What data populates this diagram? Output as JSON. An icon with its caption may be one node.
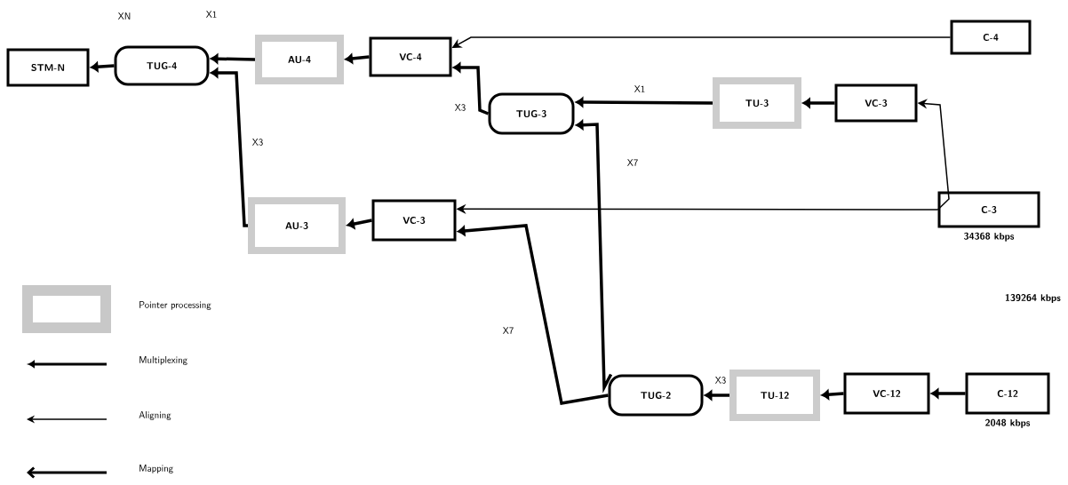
{
  "diagram": {
    "nodes": [
      {
        "text": [
          "STM-N"
        ]
      },
      {
        "text": [
          "TUG-4"
        ]
      },
      {
        "text": [
          "AU-4"
        ]
      },
      {
        "text": [
          "VC-4"
        ]
      },
      {
        "text": [
          "C-4"
        ]
      },
      {
        "text": [
          "TUG-3"
        ]
      },
      {
        "text": [
          "TU-3"
        ]
      },
      {
        "text": [
          "VC-3"
        ]
      },
      {
        "text": [
          "AU-3"
        ]
      },
      {
        "text": [
          "VC-3"
        ]
      },
      {
        "text": [
          "C-3"
        ],
        "beside": [
          "34368 kbps"
        ]
      },
      {
        "text": [
          "TUG-2"
        ]
      },
      {
        "text": [
          "TU-12"
        ]
      },
      {
        "text": [
          "VC-12"
        ]
      },
      {
        "text": [
          "C-12"
        ],
        "beside": [
          "2048 kbps"
        ]
      }
    ],
    "edges": [
      {
        "from": 1,
        "to": 0,
        "arrow": "to",
        "label": "XN"
      },
      {
        "from": 2,
        "to": 1,
        "arrow": "to",
        "label": "X1"
      },
      {
        "from": 8,
        "to": 1,
        "arrow": "to",
        "label": "X3"
      },
      {
        "from": 3,
        "to": 2,
        "arrow": "to"
      },
      {
        "from": 4,
        "to": 3,
        "arrow": "to"
      },
      {
        "from": 5,
        "to": 3,
        "arrow": "to",
        "label": "X3"
      },
      {
        "from": 6,
        "to": 5,
        "arrow": "to",
        "label": "X1"
      },
      {
        "from": 7,
        "to": 6,
        "arrow": "to"
      },
      {
        "from": 10,
        "to": 7,
        "arrow": "to"
      },
      {
        "from": 9,
        "to": 8,
        "arrow": "to"
      },
      {
        "from": 10,
        "to": 9,
        "arrow": "to"
      },
      {
        "from": 11,
        "to": 5,
        "arrow": "to",
        "label": "X7"
      },
      {
        "from": 11,
        "to": 9,
        "arrow": "to",
        "label": "X7"
      },
      {
        "from": 12,
        "to": 11,
        "arrow": "to",
        "label": "X3"
      },
      {
        "from": 13,
        "to": 12,
        "arrow": "to"
      },
      {
        "from": 14,
        "to": 13,
        "arrow": "to"
      }
    ],
    "labels": [
      "139264 kbps"
    ],
    "legend": [
      {
        "text": "Pointer processing",
        "color": "#c8c8c8"
      },
      {
        "text": "Multiplexing"
      },
      {
        "text": "Aligning"
      },
      {
        "text": "Mapping"
      }
    ]
  }
}
